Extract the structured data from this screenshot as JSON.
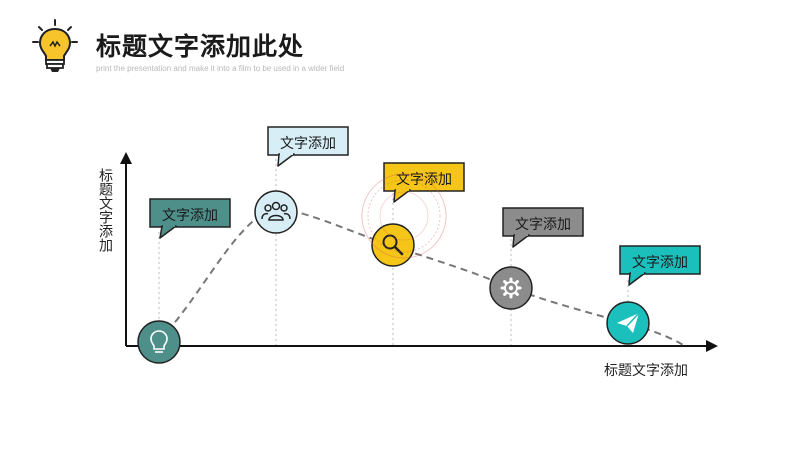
{
  "header": {
    "title": "标题文字添加此处",
    "subtitle": "print the presentation and make it into a film to be used in a wider field",
    "icon": "lightbulb-icon"
  },
  "axes": {
    "y_label": "标题文字添加",
    "x_label": "标题文字添加"
  },
  "steps": [
    {
      "label": "文字添加",
      "icon": "lightbulb-icon",
      "color": "#4e8f8a"
    },
    {
      "label": "文字添加",
      "icon": "people-icon",
      "color": "#d7eef6"
    },
    {
      "label": "文字添加",
      "icon": "search-icon",
      "color": "#f5c518"
    },
    {
      "label": "文字添加",
      "icon": "gear-icon",
      "color": "#8c8c8c"
    },
    {
      "label": "文字添加",
      "icon": "paper-plane-icon",
      "color": "#1bbfbc"
    }
  ],
  "colors": {
    "bulb": "#f7c52b",
    "curve": "#777777",
    "stamp": "#e05555"
  }
}
